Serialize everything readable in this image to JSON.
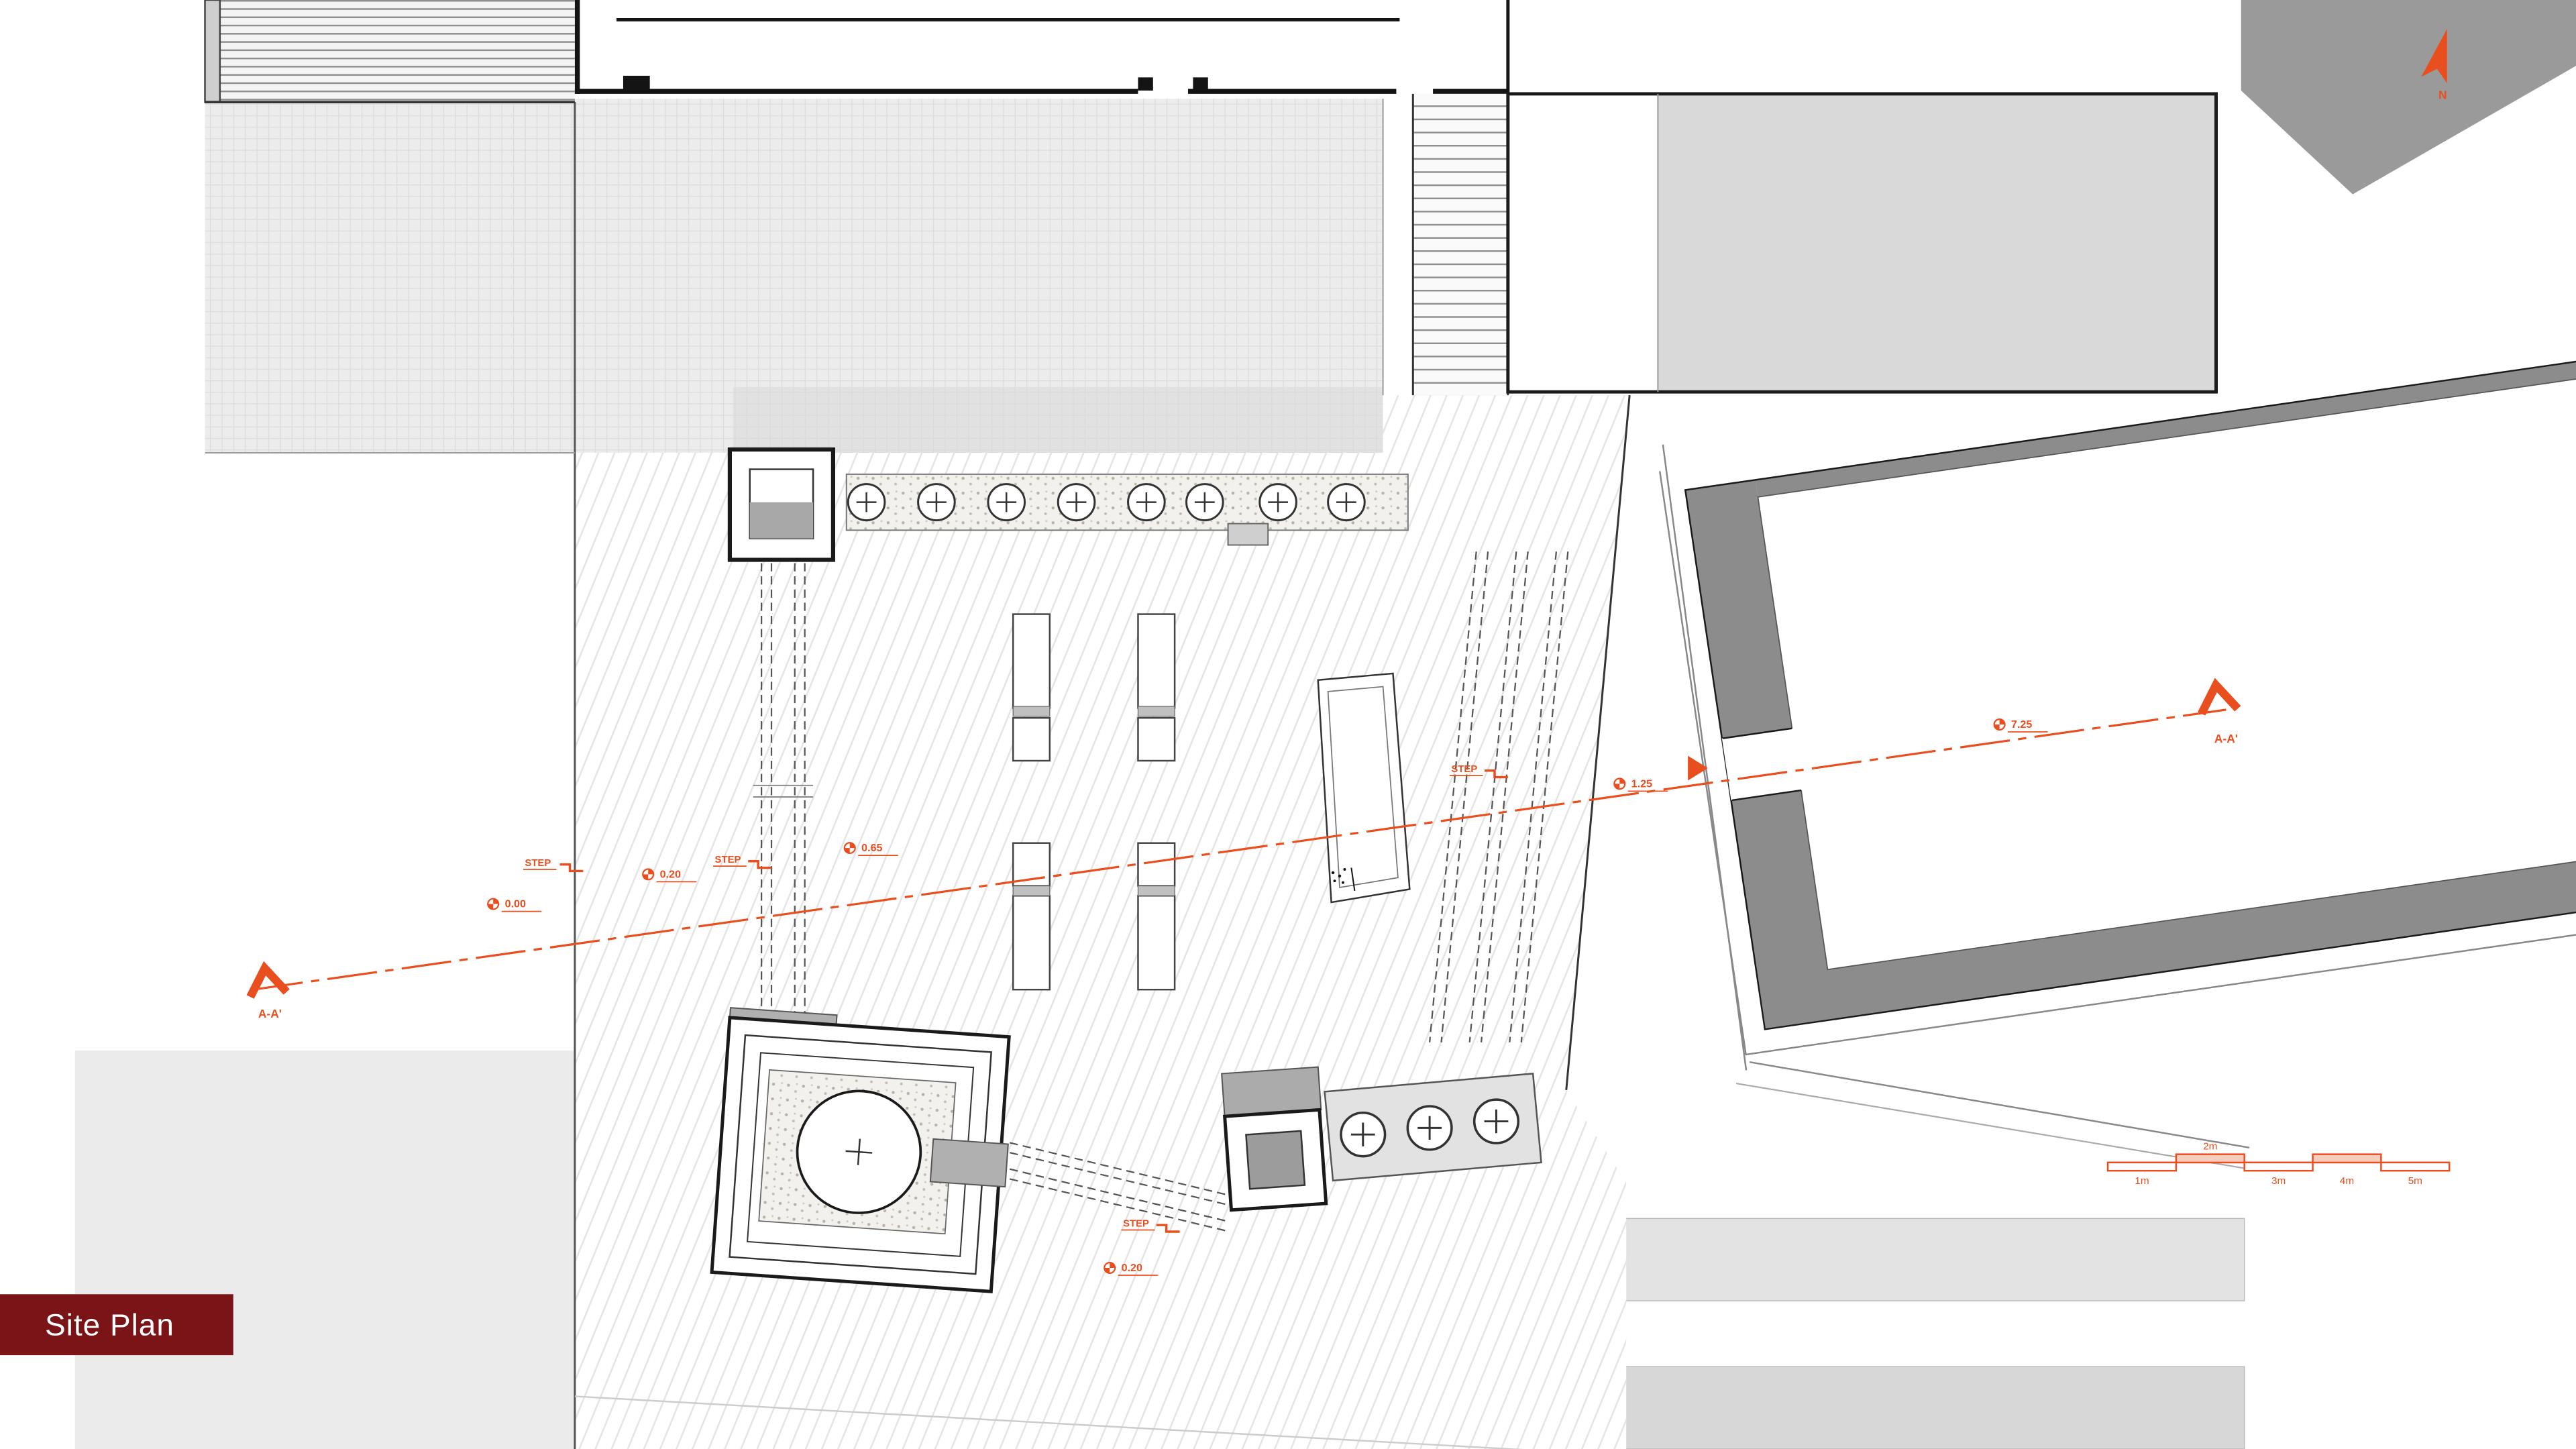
{
  "title": {
    "label": "Site Plan"
  },
  "colors": {
    "accent": "#E94F1E",
    "title_bg": "#7A1417",
    "wall_gray": "#8C8C8C",
    "roof_gray": "#D9D9D9",
    "paving_gray": "#EBEBEB"
  },
  "north_arrow": {
    "label": "N"
  },
  "section_line": {
    "start_label": "A-A'",
    "end_label": "A-A'"
  },
  "levels": [
    {
      "value": "0.00"
    },
    {
      "value": "0.20"
    },
    {
      "value": "0.65"
    },
    {
      "value": "1.25"
    },
    {
      "value": "7.25"
    },
    {
      "value": "0.20"
    }
  ],
  "steps": [
    {
      "label": "STEP"
    },
    {
      "label": "STEP"
    },
    {
      "label": "STEP"
    },
    {
      "label": "STEP"
    }
  ],
  "scale_bar": {
    "labels": [
      "1m",
      "2m",
      "3m",
      "4m",
      "5m"
    ]
  }
}
